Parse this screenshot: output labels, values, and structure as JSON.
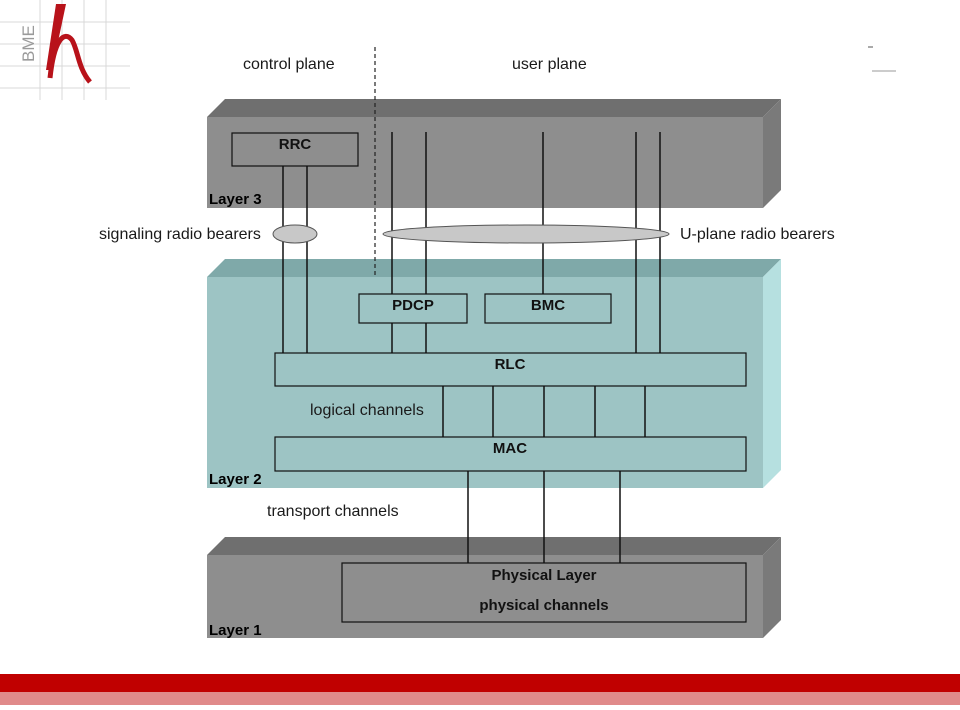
{
  "logo": {
    "text": "BME"
  },
  "planes": {
    "control": "control plane",
    "user": "user plane"
  },
  "layers": {
    "layer3": "Layer 3",
    "layer2": "Layer 2",
    "layer1": "Layer 1"
  },
  "boxes": {
    "rrc": "RRC",
    "pdcp": "PDCP",
    "bmc": "BMC",
    "rlc": "RLC",
    "mac": "MAC",
    "physical_layer": "Physical Layer",
    "physical_channels": "physical channels"
  },
  "labels": {
    "signaling_radio_bearers": "signaling radio bearers",
    "uplane_radio_bearers": "U-plane radio bearers",
    "logical_channels": "logical channels",
    "transport_channels": "transport channels"
  },
  "colors": {
    "layer_gray": "#8e8e8e",
    "layer_gray_top": "#6f6f6f",
    "layer_gray_side": "#7a7a7a",
    "layer2_teal": "#9dc4c4",
    "layer2_top": "#7fa9a9",
    "layer2_side": "#b6e0e0",
    "bearer_ellipse": "#c8c8c8",
    "footer_red": "#c00000"
  }
}
